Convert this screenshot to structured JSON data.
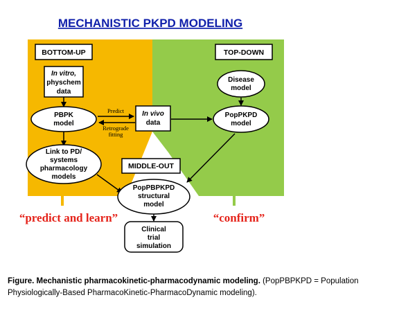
{
  "title": "MECHANISTIC PKPD MODELING",
  "colors": {
    "bottom_up_region": "#f6b800",
    "top_down_region": "#94cb4a",
    "title_blue": "#0f1faa",
    "quote_red": "#e5231a"
  },
  "labels": {
    "bottom_up": "BOTTOM-UP",
    "top_down": "TOP-DOWN",
    "middle_out": "MIDDLE-OUT"
  },
  "nodes": {
    "in_vitro": {
      "line1": "In vitro,",
      "line2": "physchem",
      "line3": "data"
    },
    "pbpk": {
      "line1": "PBPK",
      "line2": "model"
    },
    "in_vivo": {
      "line1": "In vivo",
      "line2": "data"
    },
    "disease": {
      "line1": "Disease",
      "line2": "model"
    },
    "poppkpd": {
      "line1": "PopPKPD",
      "line2": "model"
    },
    "link_pd": {
      "line1": "Link to PD/",
      "line2": "systems",
      "line3": "pharmacology",
      "line4": "models"
    },
    "poppbpkpd": {
      "line1": "PopPBPKPD",
      "line2": "structural",
      "line3": "model"
    },
    "clinical": {
      "line1": "Clinical",
      "line2": "trial",
      "line3": "simulation"
    }
  },
  "edges": {
    "predict": "Predict",
    "retrograde_line1": "Retrograde",
    "retrograde_line2": "fitting"
  },
  "quotes": {
    "predict_learn": "“predict and learn”",
    "confirm": "“confirm”"
  },
  "caption": {
    "bold_part": "Figure. Mechanistic pharmacokinetic-pharmacodynamic modeling.",
    "text_part": " (PopPBPKPD = Population Physiologically-Based PharmacoKinetic-PharmacoDynamic modeling)."
  }
}
